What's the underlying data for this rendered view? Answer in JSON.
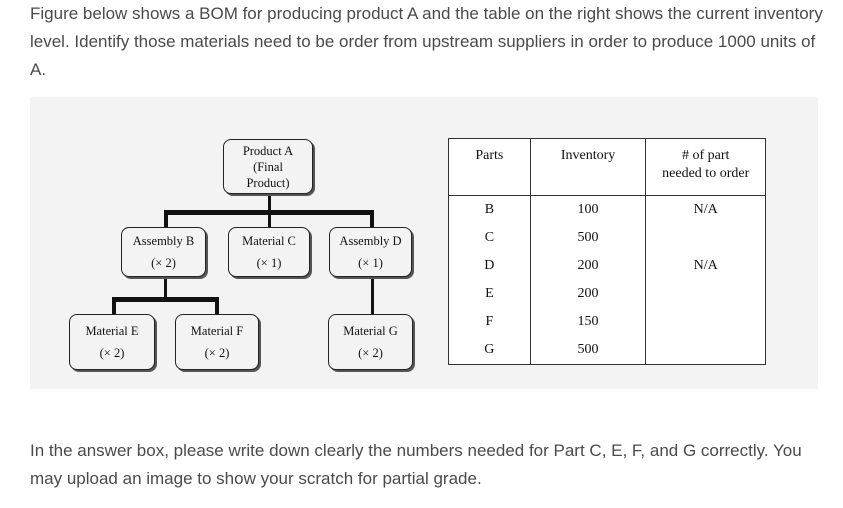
{
  "question": {
    "prompt": "Figure below shows a BOM for producing product A and the table on the right shows the current inventory level. Identify those materials need to be order from upstream suppliers in order to produce 1000 units of A.",
    "answer_note": "In the answer box, please write down clearly the numbers needed for Part C, E, F, and G correctly. You may upload an image to show your scratch for partial grade."
  },
  "bom": {
    "product_a": {
      "line1": "Product A",
      "line2": "(Final",
      "line3": "Product)"
    },
    "assembly_b": {
      "name": "Assembly B",
      "qty": "(× 2)"
    },
    "material_c": {
      "name": "Material C",
      "qty": "(× 1)"
    },
    "assembly_d": {
      "name": "Assembly D",
      "qty": "(× 1)"
    },
    "material_e": {
      "name": "Material E",
      "qty": "(× 2)"
    },
    "material_f": {
      "name": "Material F",
      "qty": "(× 2)"
    },
    "material_g": {
      "name": "Material G",
      "qty": "(× 2)"
    }
  },
  "inventory_table": {
    "headers": {
      "parts": "Parts",
      "inventory": "Inventory",
      "order_line1": "# of part",
      "order_line2": "needed to order"
    },
    "rows": [
      {
        "part": "B",
        "inventory": "100",
        "order": "N/A"
      },
      {
        "part": "C",
        "inventory": "500",
        "order": ""
      },
      {
        "part": "D",
        "inventory": "200",
        "order": "N/A"
      },
      {
        "part": "E",
        "inventory": "200",
        "order": ""
      },
      {
        "part": "F",
        "inventory": "150",
        "order": ""
      },
      {
        "part": "G",
        "inventory": "500",
        "order": ""
      }
    ]
  }
}
